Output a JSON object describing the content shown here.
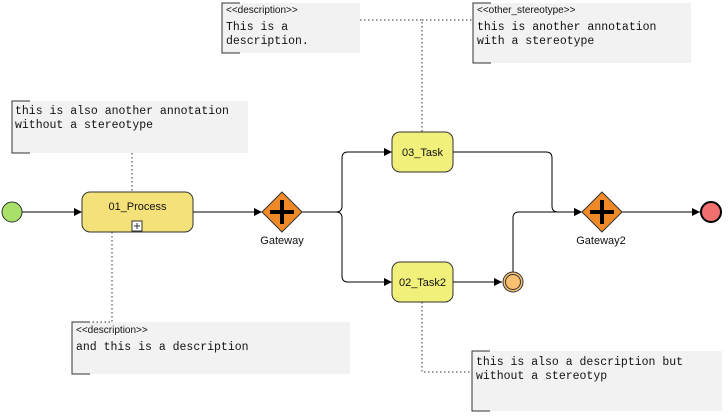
{
  "diagram": {
    "tasks": {
      "process": "01_Process",
      "task3": "03_Task",
      "task2": "02_Task2"
    },
    "gateways": {
      "gateway1": "Gateway",
      "gateway2": "Gateway2"
    },
    "annotations": {
      "a1": {
        "stereotype": "<<description>>",
        "lines": [
          "This is a",
          "description."
        ]
      },
      "a2": {
        "stereotype": "<<other_stereotype>>",
        "lines": [
          "this is another annotation",
          "with a stereotype"
        ]
      },
      "a3": {
        "stereotype": "",
        "lines": [
          "this is also another annotation",
          "without a stereotype"
        ]
      },
      "a4": {
        "stereotype": "<<description>>",
        "lines": [
          "and this is a description"
        ]
      },
      "a5": {
        "stereotype": "",
        "lines": [
          "this is also a description but",
          "without a stereotyp"
        ]
      }
    },
    "colors": {
      "start_event": "#a8e06a",
      "end_event": "#f07070",
      "intermediate_event": "#f8c070",
      "task_fill": "#f0f07a",
      "process_fill": "#f5e17a",
      "gateway_fill": "#f08a28",
      "annotation_fill": "#f2f2f2"
    }
  }
}
